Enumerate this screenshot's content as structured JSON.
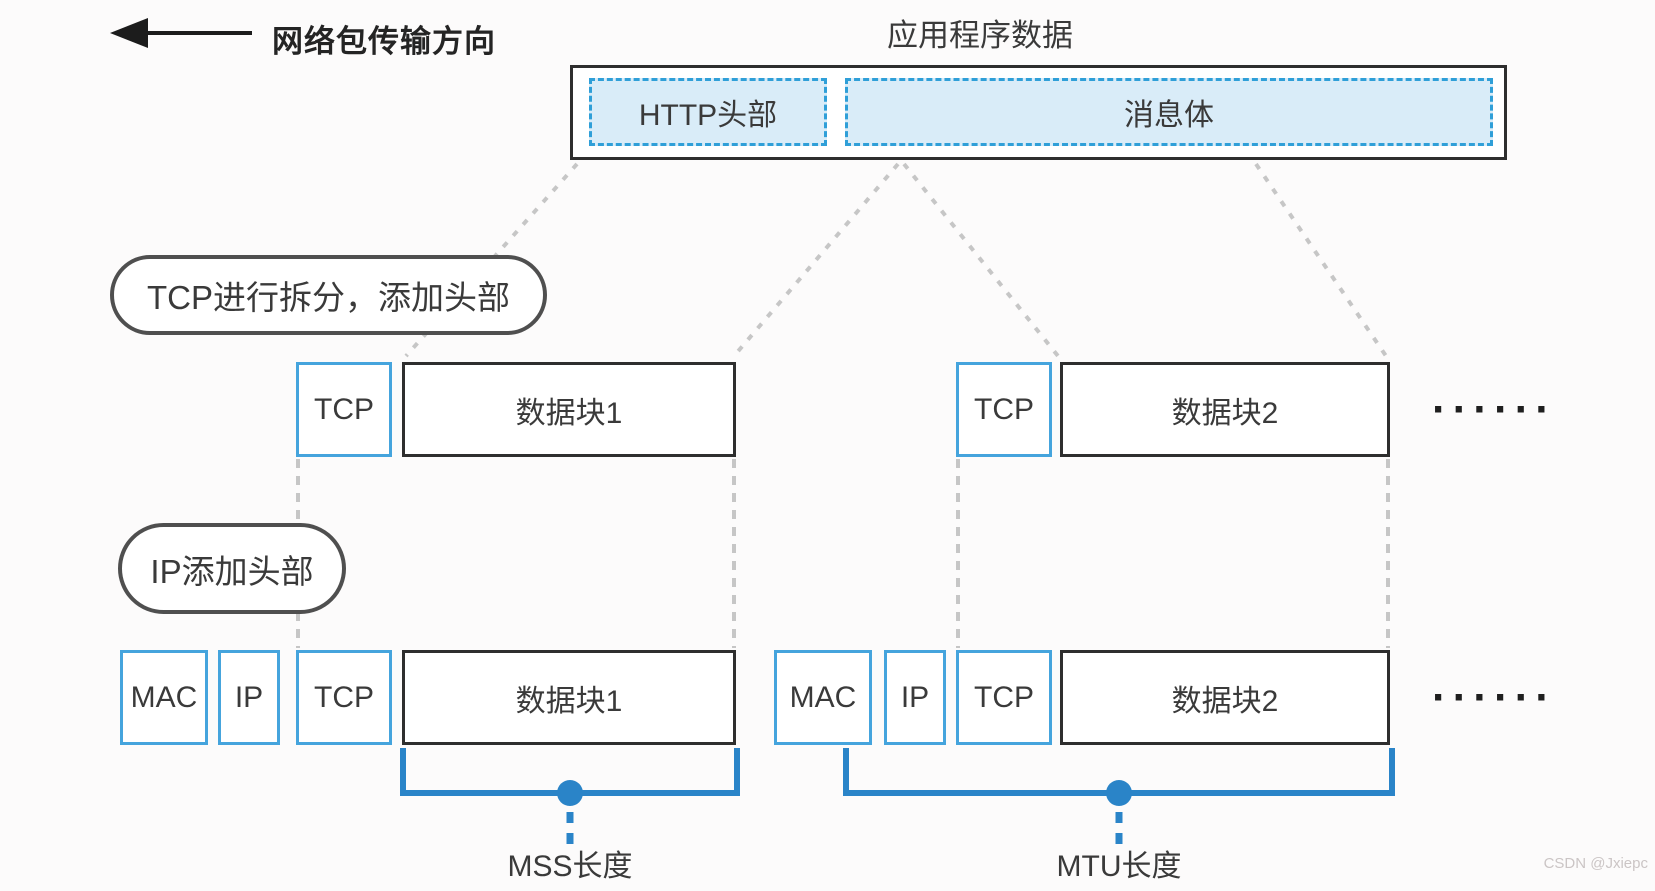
{
  "legend": {
    "label": "网络包传输方向"
  },
  "app_data": {
    "title": "应用程序数据",
    "http_header": "HTTP头部",
    "message_body": "消息体"
  },
  "steps": {
    "tcp_label": "TCP进行拆分，添加头部",
    "ip_label": "IP添加头部"
  },
  "tcp_row": {
    "groups": [
      {
        "header": "TCP",
        "block": "数据块1"
      },
      {
        "header": "TCP",
        "block": "数据块2"
      }
    ],
    "ellipsis": "······"
  },
  "ip_row": {
    "groups": [
      {
        "mac": "MAC",
        "ip": "IP",
        "tcp": "TCP",
        "block": "数据块1"
      },
      {
        "mac": "MAC",
        "ip": "IP",
        "tcp": "TCP",
        "block": "数据块2"
      }
    ],
    "ellipsis": "······"
  },
  "measures": {
    "mss_label": "MSS长度",
    "mtu_label": "MTU长度"
  },
  "watermark": {
    "text": "CSDN @Jxiepc"
  },
  "colors": {
    "blue_border": "#45a4dd",
    "dashed_blue": "#2f9fd8",
    "light_blue_fill": "#d9ecf8",
    "bracket_blue": "#2a84c8",
    "box_black": "#2e2e2e",
    "pill_gray": "#4f4f4f",
    "dotted_gray": "#c6c6c6",
    "text": "#3a3a3a",
    "watermark_gray": "#cbc5c5"
  }
}
